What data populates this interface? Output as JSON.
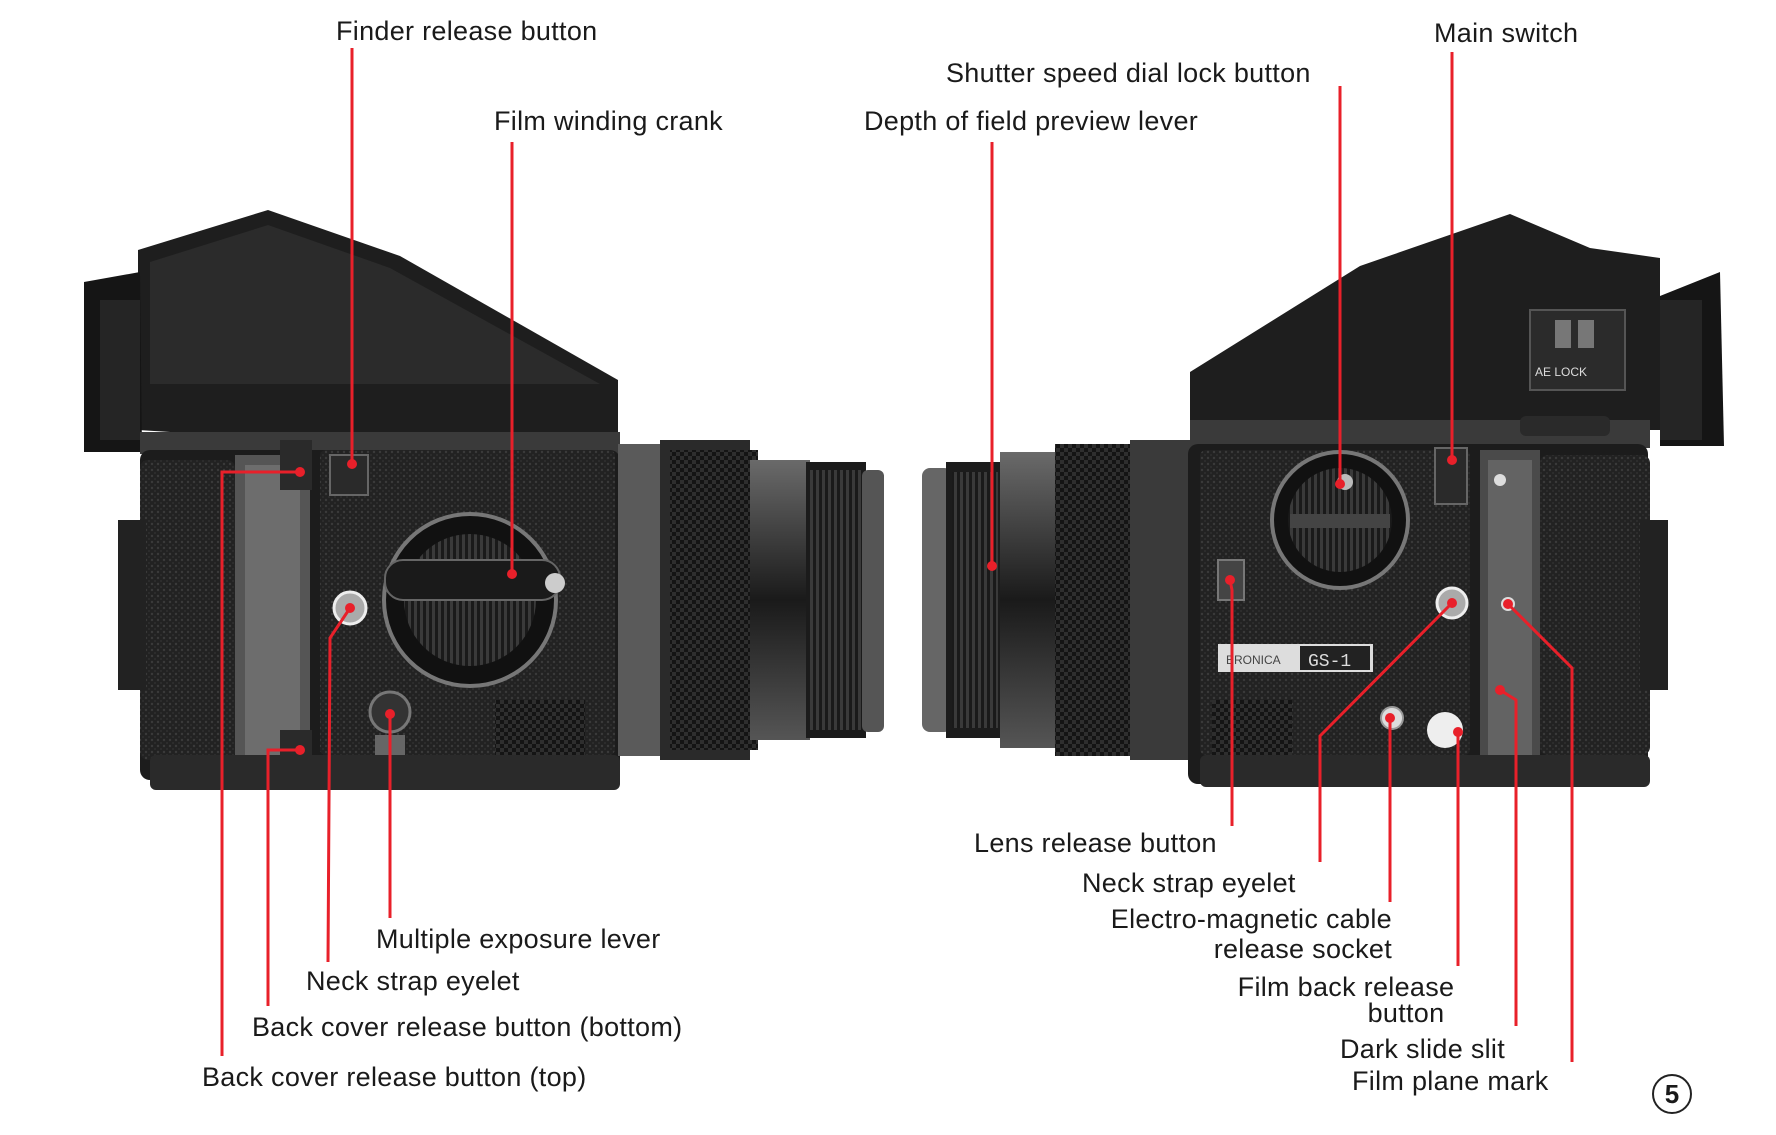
{
  "left_camera": {
    "labels": {
      "finder_release": "Finder release button",
      "film_winding_crank": "Film winding crank",
      "multiple_exposure": "Multiple exposure lever",
      "neck_strap": "Neck strap eyelet",
      "back_cover_bottom": "Back cover release button (bottom)",
      "back_cover_top": "Back cover release button (top)"
    }
  },
  "right_camera": {
    "labels": {
      "main_switch": "Main switch",
      "shutter_lock": "Shutter speed dial lock button",
      "dof_preview": "Depth of field preview lever",
      "lens_release": "Lens release button",
      "neck_strap": "Neck strap eyelet",
      "em_cable_1": "Electro-magnetic cable",
      "em_cable_2": "release socket",
      "film_back_1": "Film back release",
      "film_back_2": "button",
      "dark_slide": "Dark slide slit",
      "film_plane": "Film plane mark"
    },
    "finder_text": "AE LOCK",
    "nameplate": "BRONICA",
    "model": "GS-1"
  },
  "page_number": "5",
  "colors": {
    "leader": "#e8202a",
    "body": "#1c1c1c",
    "leather": "#2a2a2a",
    "metal": "#8a8a8a"
  }
}
